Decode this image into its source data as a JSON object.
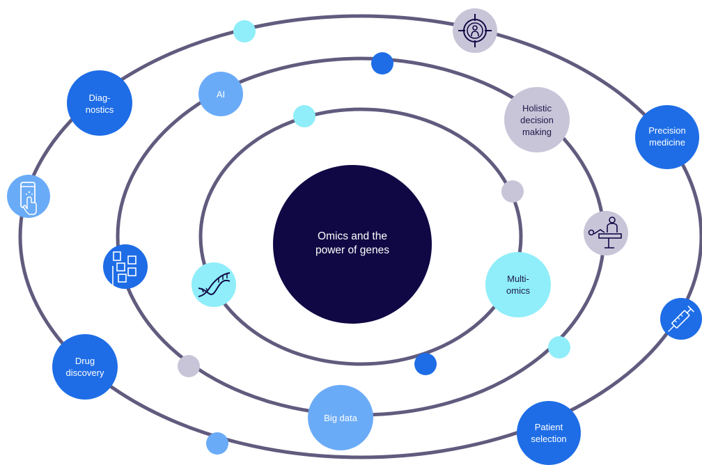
{
  "center": {
    "line1": "Omics and the",
    "line2": "power of genes"
  },
  "nodes": {
    "diagnostics": {
      "line1": "Diag-",
      "line2": "nostics"
    },
    "ai": {
      "line1": "AI"
    },
    "holistic": {
      "line1": "Holistic",
      "line2": "decision",
      "line3": "making"
    },
    "precision": {
      "line1": "Precision",
      "line2": "medicine"
    },
    "multiomics": {
      "line1": "Multi-",
      "line2": "omics"
    },
    "drug": {
      "line1": "Drug",
      "line2": "discovery"
    },
    "bigdata": {
      "line1": "Big data"
    },
    "patient": {
      "line1": "Patient",
      "line2": "selection"
    }
  },
  "icons": {
    "touchscreen": "touchscreen-phone-icon",
    "dna": "dna-helix-icon",
    "data_blocks": "data-blocks-icon",
    "target": "target-person-icon",
    "doctor_patient": "doctor-patient-icon",
    "syringe": "syringe-icon"
  },
  "colors": {
    "orbit": "#615b7e",
    "center": "#100844",
    "blue": "#1e6de6",
    "light_blue": "#6aabf7",
    "cyan": "#8feef9",
    "lavender": "#c8c5d9",
    "text_dark": "#1e1848"
  }
}
